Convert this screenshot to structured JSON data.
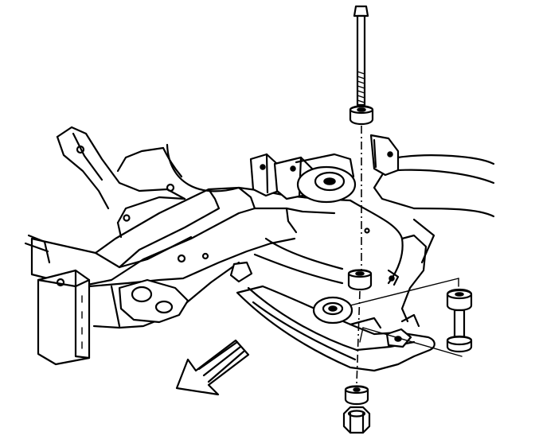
{
  "diagram": {
    "colors": {
      "ink": "#000000",
      "paper": "#ffffff"
    },
    "parts": [
      {
        "name": "front-crossmember-assembly"
      },
      {
        "name": "upper-control-arm"
      },
      {
        "name": "long-bolt"
      },
      {
        "name": "bushing-washer"
      },
      {
        "name": "short-bolt"
      },
      {
        "name": "nut"
      },
      {
        "name": "direction-arrow",
        "icon": "arrow-down-left-icon"
      }
    ]
  }
}
